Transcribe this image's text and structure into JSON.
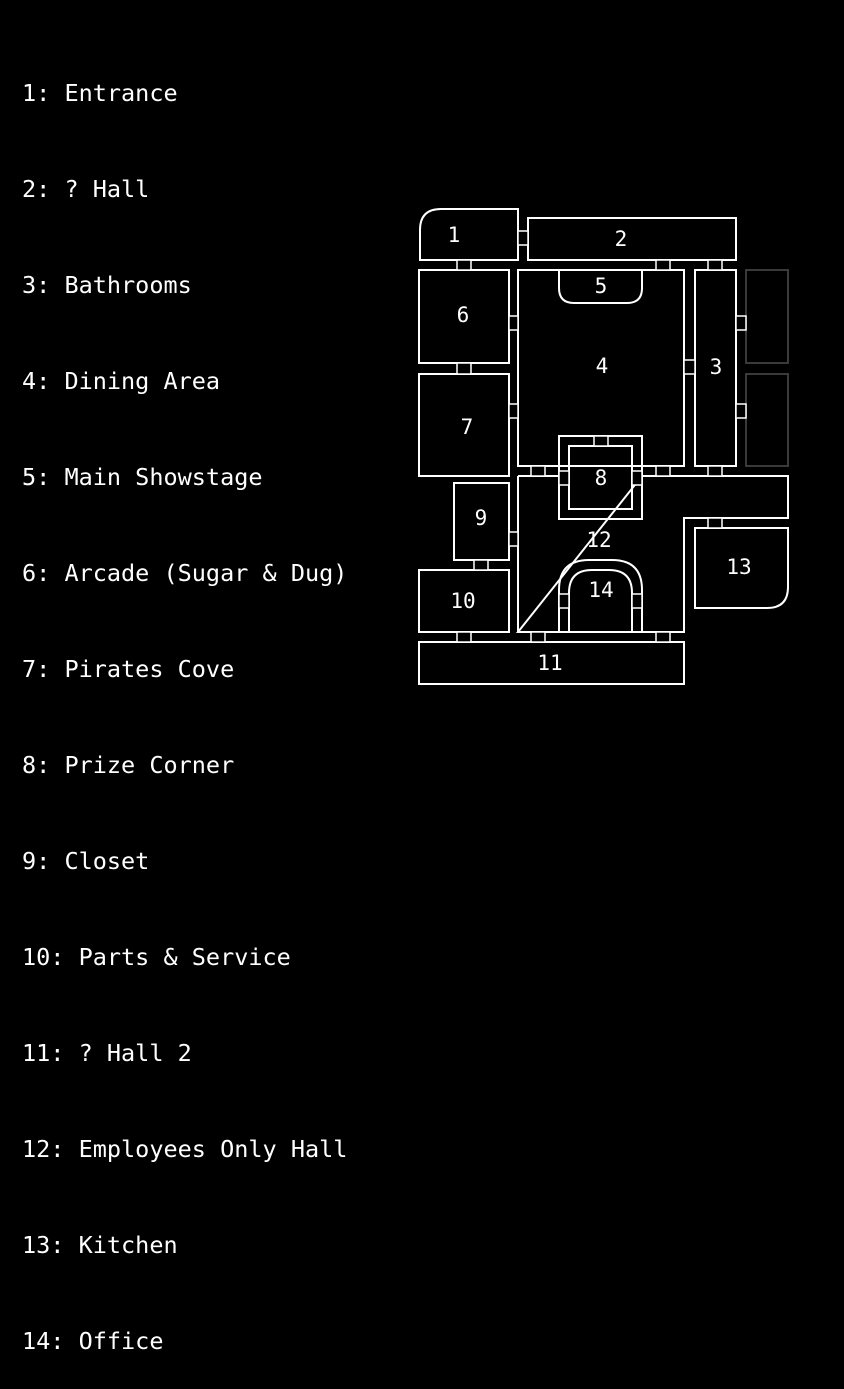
{
  "legend": [
    "1: Entrance",
    "2: ? Hall",
    "3: Bathrooms",
    "4: Dining Area",
    "5: Main Showstage",
    "6: Arcade (Sugar & Dug)",
    "7: Pirates Cove",
    "8: Prize Corner",
    "9: Closet",
    "10: Parts & Service",
    "11: ? Hall 2",
    "12: Employees Only Hall",
    "13: Kitchen",
    "14: Office"
  ],
  "rooms": {
    "r1": "1",
    "r2": "2",
    "r3": "3",
    "r4": "4",
    "r5": "5",
    "r6": "6",
    "r7": "7",
    "r8": "8",
    "r9": "9",
    "r10": "10",
    "r11": "11",
    "r12": "12",
    "r13": "13",
    "r14": "14"
  },
  "colors": {
    "background": "#000000",
    "line": "#ffffff",
    "unused_room": "#3a3a3a"
  }
}
